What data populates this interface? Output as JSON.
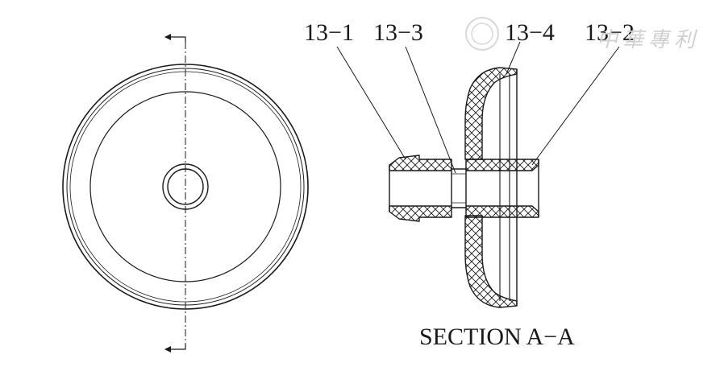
{
  "labels": {
    "part_13_1": "13−1",
    "part_13_3": "13−3",
    "part_13_4": "13−4",
    "part_13_2": "13−2"
  },
  "caption": "SECTION A−A",
  "watermark": {
    "text": "中華專利"
  },
  "colors": {
    "line": "#1a1a1a",
    "watermark": "#d0d0d0",
    "background": "#ffffff"
  }
}
